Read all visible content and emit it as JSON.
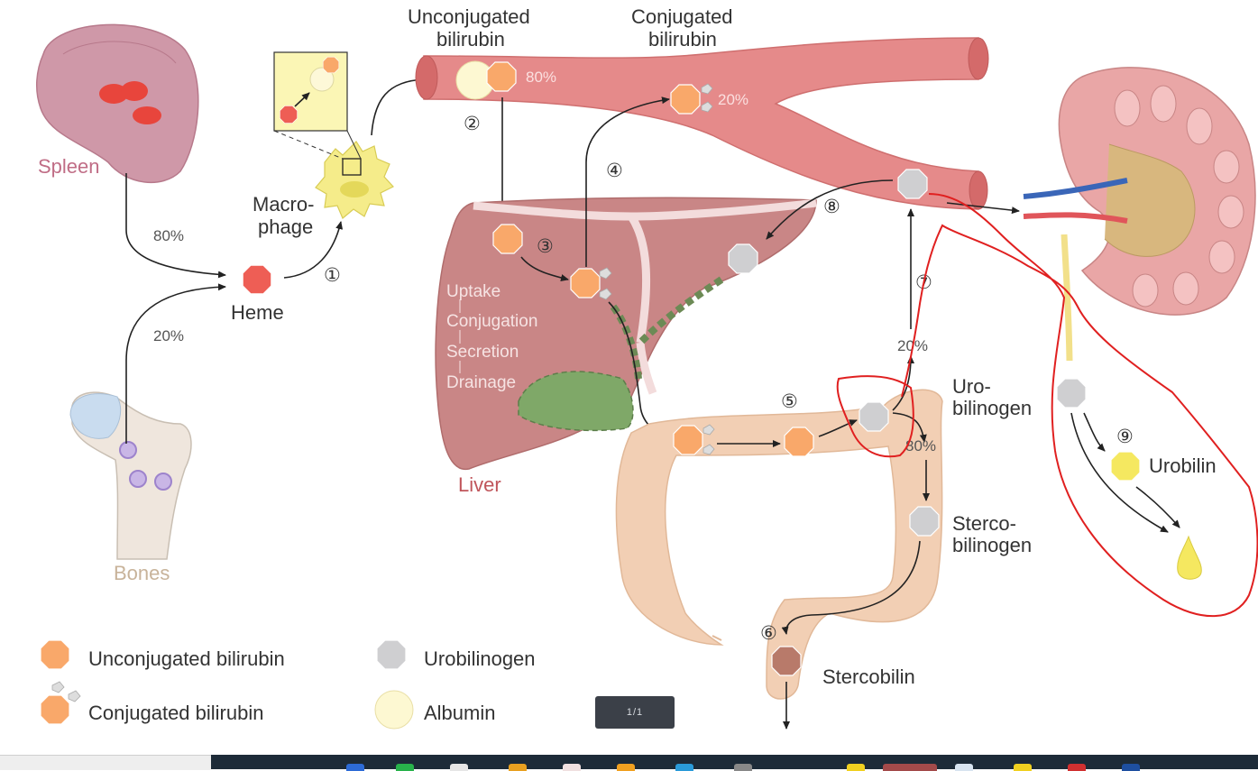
{
  "diagram": {
    "organs": {
      "spleen": "Spleen",
      "bones": "Bones",
      "liver": "Liver"
    },
    "cells": {
      "macrophage_line1": "Macro-",
      "macrophage_line2": "phage",
      "heme": "Heme"
    },
    "vessel": {
      "unconjugated_line1": "Unconjugated",
      "unconjugated_line2": "bilirubin",
      "conjugated_line1": "Conjugated",
      "conjugated_line2": "bilirubin",
      "pct_unconjugated": "80%",
      "pct_conjugated": "20%"
    },
    "percentages": {
      "spleen_to_heme": "80%",
      "bones_to_heme": "20%",
      "intestine_reabsorbed": "20%",
      "intestine_to_colon": "80%"
    },
    "liver_steps": [
      "Uptake",
      "Conjugation",
      "Secretion",
      "Drainage"
    ],
    "intestine": {
      "urobilinogen_line1": "Uro-",
      "urobilinogen_line2": "bilinogen",
      "stercobilinogen_line1": "Sterco-",
      "stercobilinogen_line2": "bilinogen",
      "stercobilin": "Stercobilin"
    },
    "kidney": {
      "urobilin": "Urobilin"
    },
    "step_numbers": [
      "①",
      "②",
      "③",
      "④",
      "⑤",
      "⑥",
      "⑦",
      "⑧",
      "⑨"
    ],
    "colors": {
      "vessel": "#e58a8a",
      "liver": "#c98686",
      "intestine": "#f2cfb4",
      "spleen": "#cf98a8",
      "unconjugated": "#f9a86a",
      "urobilinogen": "#cfcfd1",
      "stercobilin": "#b87a6a",
      "urobilin": "#f5e860",
      "annotation": "#e02020"
    }
  },
  "legend": {
    "unconjugated": "Unconjugated bilirubin",
    "conjugated": "Conjugated bilirubin",
    "urobilinogen": "Urobilinogen",
    "albumin": "Albumin"
  },
  "viewer": {
    "page_indicator": "1/1"
  }
}
